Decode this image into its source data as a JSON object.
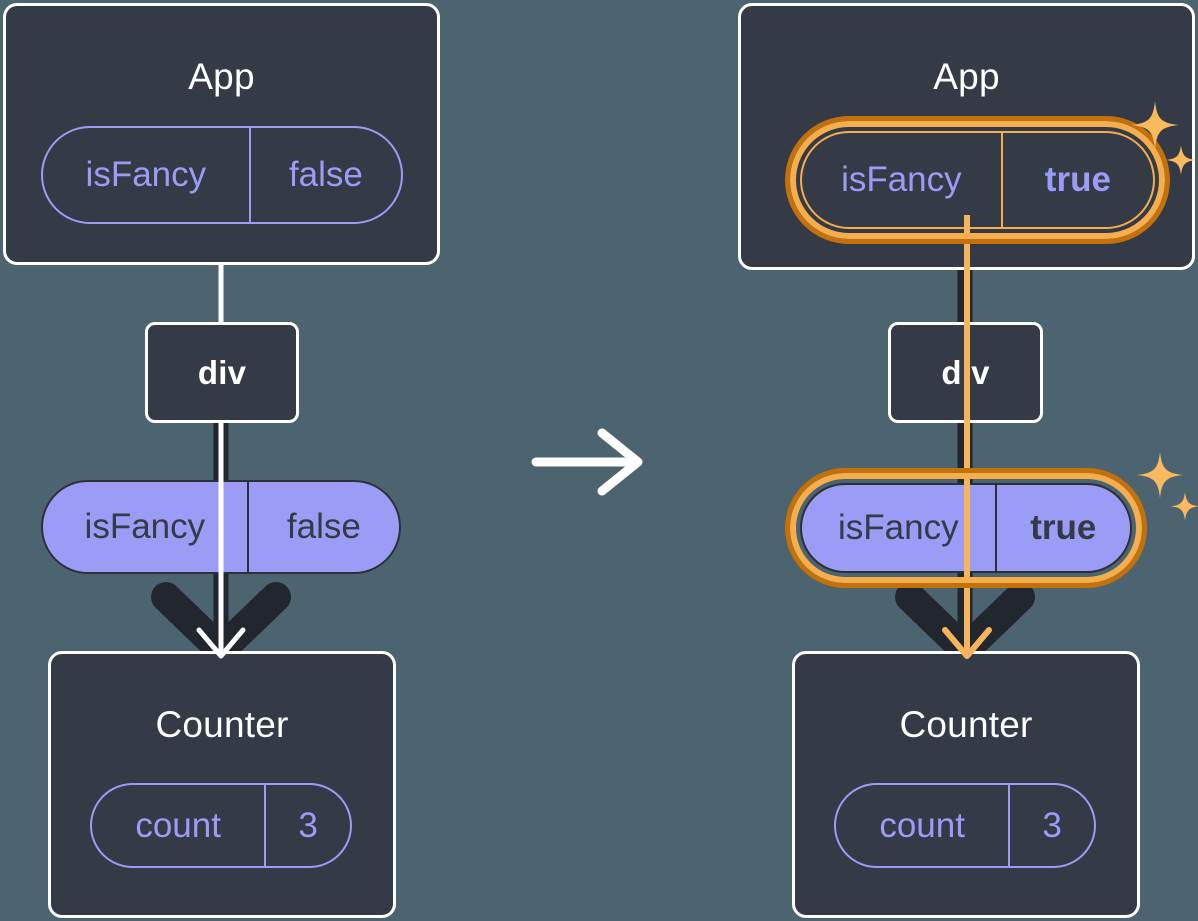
{
  "diagram": {
    "type": "react-state-propagation",
    "transition_icon": "arrow-right-icon",
    "colors": {
      "background": "#4b6470",
      "box_fill": "#343a46",
      "box_border": "#ffffff",
      "accent_purple": "#9b9cf5",
      "highlight_outer": "#c2710c",
      "highlight_inner": "#f5ae4e",
      "connector_dark": "#22262f",
      "connector_light": "#ffffff",
      "connector_highlight": "#f5b košara"
    },
    "panels": [
      {
        "id": "before",
        "app_box": {
          "title": "App",
          "pill": {
            "key": "isFancy",
            "value": "false",
            "highlighted": false,
            "bold_value": false
          }
        },
        "div_box": {
          "title": "div"
        },
        "state_pill": {
          "key": "isFancy",
          "value": "false",
          "highlighted": false,
          "bold_value": false
        },
        "counter_box": {
          "title": "Counter",
          "pill": {
            "key": "count",
            "value": "3",
            "highlighted": false,
            "bold_value": false
          }
        },
        "sparkles": false
      },
      {
        "id": "after",
        "app_box": {
          "title": "App",
          "pill": {
            "key": "isFancy",
            "value": "true",
            "highlighted": true,
            "bold_value": true
          }
        },
        "div_box": {
          "title": "div"
        },
        "state_pill": {
          "key": "isFancy",
          "value": "true",
          "highlighted": true,
          "bold_value": true
        },
        "counter_box": {
          "title": "Counter",
          "pill": {
            "key": "count",
            "value": "3",
            "highlighted": false,
            "bold_value": false
          }
        },
        "sparkles": true
      }
    ]
  }
}
